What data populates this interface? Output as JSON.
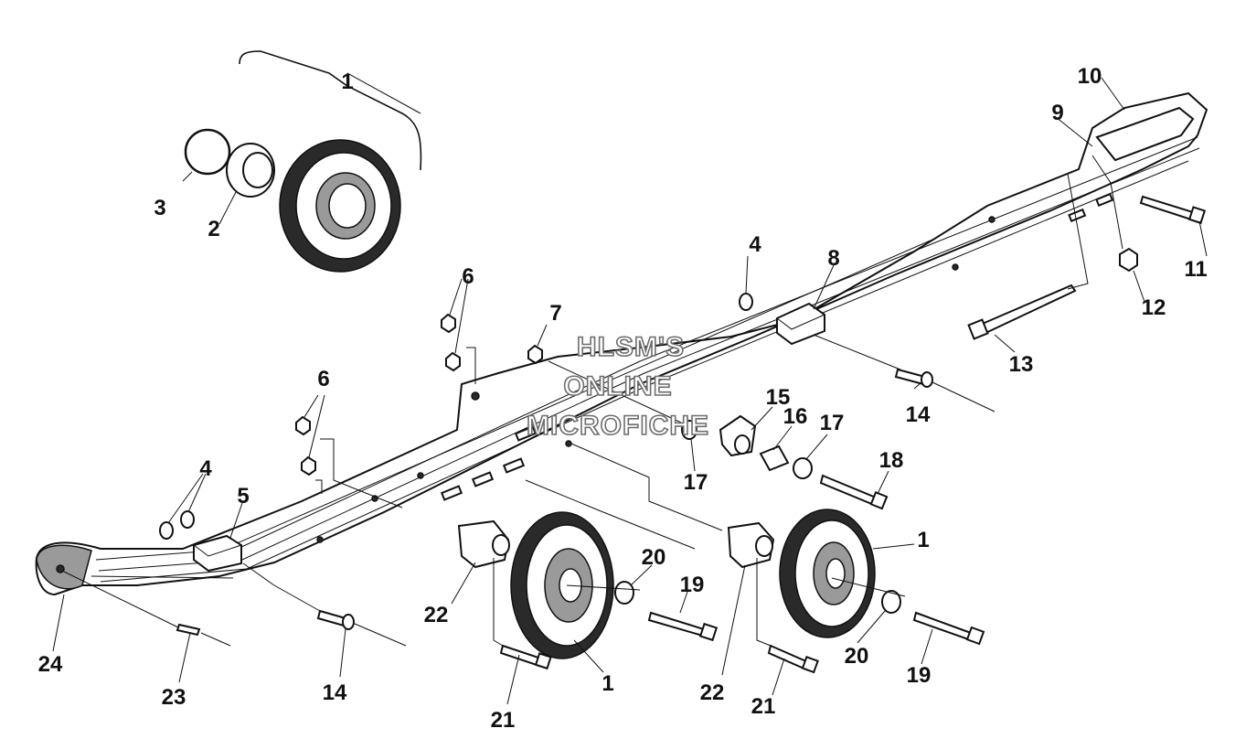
{
  "diagram": {
    "watermark": [
      "HLSM'S",
      "ONLINE",
      "MICROFICHE"
    ],
    "callouts": [
      {
        "id": "c-1-top",
        "text": "1"
      },
      {
        "id": "c-2",
        "text": "2"
      },
      {
        "id": "c-3",
        "text": "3"
      },
      {
        "id": "c-4-top",
        "text": "4"
      },
      {
        "id": "c-4-left",
        "text": "4"
      },
      {
        "id": "c-5",
        "text": "5"
      },
      {
        "id": "c-6-top",
        "text": "6"
      },
      {
        "id": "c-6-left",
        "text": "6"
      },
      {
        "id": "c-7",
        "text": "7"
      },
      {
        "id": "c-8",
        "text": "8"
      },
      {
        "id": "c-9",
        "text": "9"
      },
      {
        "id": "c-10",
        "text": "10"
      },
      {
        "id": "c-11",
        "text": "11"
      },
      {
        "id": "c-12",
        "text": "12"
      },
      {
        "id": "c-13",
        "text": "13"
      },
      {
        "id": "c-14-right",
        "text": "14"
      },
      {
        "id": "c-14-bottom",
        "text": "14"
      },
      {
        "id": "c-15",
        "text": "15"
      },
      {
        "id": "c-16",
        "text": "16"
      },
      {
        "id": "c-17-right",
        "text": "17"
      },
      {
        "id": "c-17-left",
        "text": "17"
      },
      {
        "id": "c-18",
        "text": "18"
      },
      {
        "id": "c-1-right",
        "text": "1"
      },
      {
        "id": "c-20-top",
        "text": "20"
      },
      {
        "id": "c-19-top",
        "text": "19"
      },
      {
        "id": "c-22-left",
        "text": "22"
      },
      {
        "id": "c-1-bottom",
        "text": "1"
      },
      {
        "id": "c-21-left",
        "text": "21"
      },
      {
        "id": "c-22-right",
        "text": "22"
      },
      {
        "id": "c-21-right",
        "text": "21"
      },
      {
        "id": "c-20-bottom",
        "text": "20"
      },
      {
        "id": "c-19-bottom",
        "text": "19"
      },
      {
        "id": "c-24",
        "text": "24"
      },
      {
        "id": "c-23",
        "text": "23"
      }
    ]
  }
}
